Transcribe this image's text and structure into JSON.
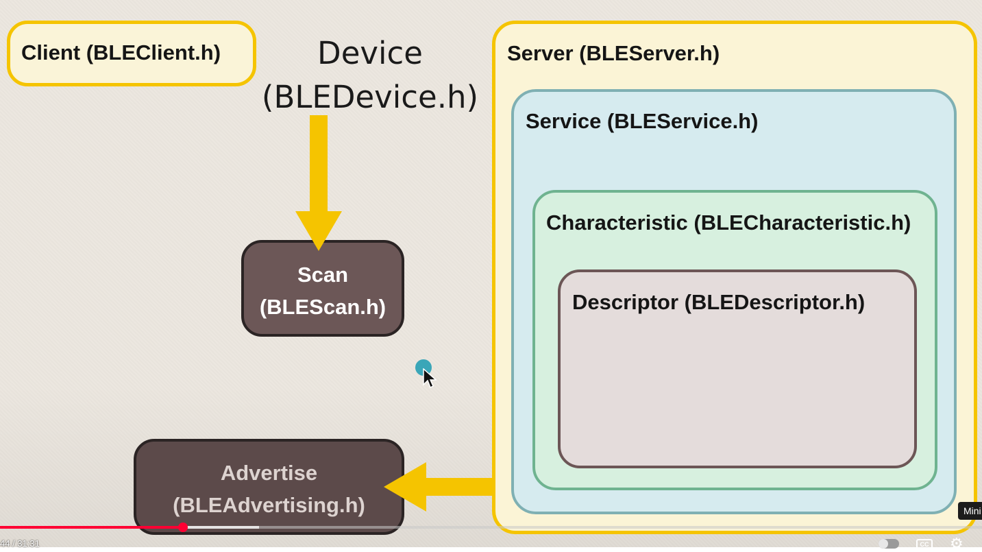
{
  "diagram": {
    "client_label": "Client (BLEClient.h)",
    "device_label_line1": "Device",
    "device_label_line2": "(BLEDevice.h)",
    "server_label": "Server (BLEServer.h)",
    "service_label": "Service (BLEService.h)",
    "characteristic_label": "Characteristic (BLECharacteristic.h)",
    "descriptor_label": "Descriptor (BLEDescriptor.h)",
    "scan_label_line1": "Scan",
    "scan_label_line2": "(BLEScan.h)",
    "advertise_label_line1": "Advertise",
    "advertise_label_line2": "(BLEAdvertising.h)",
    "arrow_color": "#f5c400"
  },
  "player": {
    "time_display": "44 / 31:31",
    "progress_fraction": 0.186,
    "tooltip": "Mini",
    "cc_icon": "cc-icon",
    "settings_icon": "settings-gear-icon",
    "autoplay_icon": "autoplay-toggle-icon",
    "accent_color": "#ff0033"
  }
}
